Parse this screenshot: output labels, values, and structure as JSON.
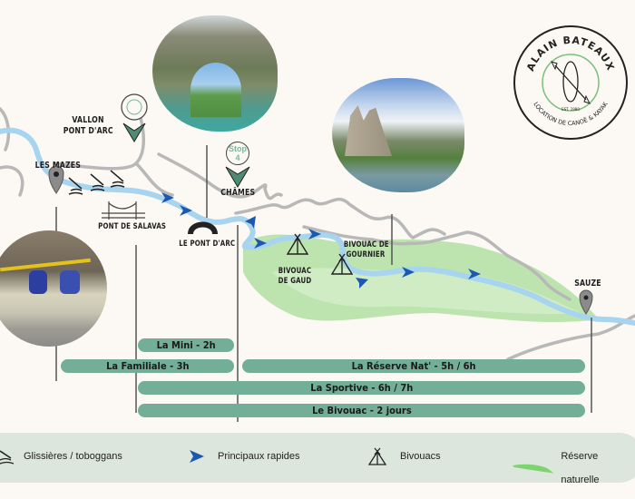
{
  "brand": {
    "name": "ALAIN BATEAUX",
    "tagline": "LOCATION DE CANOË & KAYAK",
    "established": "EST. 1980",
    "accent_color": "#73ae98"
  },
  "map": {
    "places": [
      {
        "id": "vallon",
        "label_line1": "VALLON",
        "label_line2": "PONT D'ARC"
      },
      {
        "id": "les-mazes",
        "label": "LES MAZES"
      },
      {
        "id": "pont-de-salavas",
        "label": "PONT DE SALAVAS"
      },
      {
        "id": "le-pont-darc",
        "label": "LE PONT D'ARC"
      },
      {
        "id": "chames",
        "label": "CHÂMES"
      },
      {
        "id": "bivouac-gaud",
        "label_line1": "BIVOUAC",
        "label_line2": "DE GAUD"
      },
      {
        "id": "bivouac-gournier",
        "label_line1": "BIVOUAC DE",
        "label_line2": "GOURNIER"
      },
      {
        "id": "sauze",
        "label": "SAUZE"
      }
    ],
    "stop_marker": {
      "label": "Stop",
      "number": "4"
    },
    "colors": {
      "river": "#a9d6ee",
      "road": "#b5b5b5",
      "reserve": "#9fd891",
      "rapid": "#1d58b0",
      "marker": "#4f8a74"
    }
  },
  "routes": [
    {
      "name": "La Mini - 2h"
    },
    {
      "name": "La Familiale - 3h"
    },
    {
      "name": "La Réserve Nat' - 5h / 6h"
    },
    {
      "name": "La Sportive - 6h / 7h"
    },
    {
      "name": "Le Bivouac - 2 jours"
    }
  ],
  "legend": {
    "items": [
      {
        "icon": "kayak-slide-icon",
        "label": "Glissières / toboggans"
      },
      {
        "icon": "rapid-arrow-icon",
        "label": "Principaux rapides"
      },
      {
        "icon": "tent-icon",
        "label": "Bivouacs"
      },
      {
        "icon": "reserve-swatch-icon",
        "label": "Réserve naturelle"
      }
    ]
  }
}
